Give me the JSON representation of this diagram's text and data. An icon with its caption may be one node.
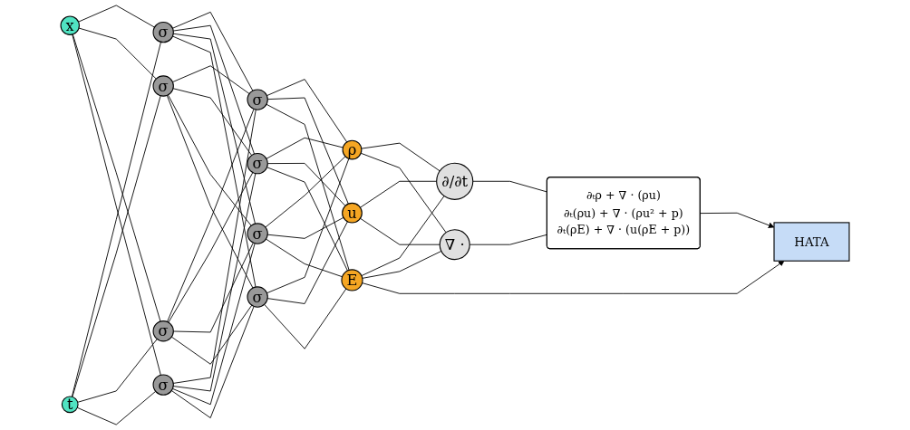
{
  "diagram": {
    "nodes": [
      {
        "text": [
          "x"
        ]
      },
      {
        "text": [
          "t"
        ]
      },
      {
        "text": [
          "σ"
        ]
      },
      {
        "text": [
          "σ"
        ]
      },
      {
        "text": [
          "σ"
        ]
      },
      {
        "text": [
          "σ"
        ]
      },
      {
        "text": [
          "σ"
        ]
      },
      {
        "text": [
          "σ"
        ]
      },
      {
        "text": [
          "σ"
        ]
      },
      {
        "text": [
          "σ"
        ]
      },
      {
        "text": [
          "ρ"
        ]
      },
      {
        "text": [
          "u"
        ]
      },
      {
        "text": [
          "E"
        ]
      },
      {
        "text": [
          "∂/∂t"
        ]
      },
      {
        "text": [
          "∇ ·"
        ]
      },
      {
        "text": [
          "∂ₜρ + ∇ · (ρu)",
          "∂ₜ(ρu) + ∇ · (ρu² + p)",
          "∂ₜ(ρE) + ∇ · (u(ρE + p))"
        ]
      },
      {
        "text": [
          "HATA"
        ]
      }
    ],
    "edges": [
      {
        "from": 0,
        "to": 2,
        "arrow": "none"
      },
      {
        "from": 0,
        "to": 3,
        "arrow": "none"
      },
      {
        "from": 0,
        "to": 4,
        "arrow": "none"
      },
      {
        "from": 0,
        "to": 5,
        "arrow": "none"
      },
      {
        "from": 1,
        "to": 2,
        "arrow": "none"
      },
      {
        "from": 1,
        "to": 3,
        "arrow": "none"
      },
      {
        "from": 1,
        "to": 4,
        "arrow": "none"
      },
      {
        "from": 1,
        "to": 5,
        "arrow": "none"
      },
      {
        "from": 2,
        "to": 6,
        "arrow": "none"
      },
      {
        "from": 2,
        "to": 7,
        "arrow": "none"
      },
      {
        "from": 2,
        "to": 8,
        "arrow": "none"
      },
      {
        "from": 2,
        "to": 9,
        "arrow": "none"
      },
      {
        "from": 3,
        "to": 6,
        "arrow": "none"
      },
      {
        "from": 3,
        "to": 7,
        "arrow": "none"
      },
      {
        "from": 3,
        "to": 8,
        "arrow": "none"
      },
      {
        "from": 3,
        "to": 9,
        "arrow": "none"
      },
      {
        "from": 4,
        "to": 6,
        "arrow": "none"
      },
      {
        "from": 4,
        "to": 7,
        "arrow": "none"
      },
      {
        "from": 4,
        "to": 8,
        "arrow": "none"
      },
      {
        "from": 4,
        "to": 9,
        "arrow": "none"
      },
      {
        "from": 5,
        "to": 6,
        "arrow": "none"
      },
      {
        "from": 5,
        "to": 7,
        "arrow": "none"
      },
      {
        "from": 5,
        "to": 8,
        "arrow": "none"
      },
      {
        "from": 5,
        "to": 9,
        "arrow": "none"
      },
      {
        "from": 6,
        "to": 10,
        "arrow": "none"
      },
      {
        "from": 6,
        "to": 11,
        "arrow": "none"
      },
      {
        "from": 6,
        "to": 12,
        "arrow": "none"
      },
      {
        "from": 7,
        "to": 10,
        "arrow": "none"
      },
      {
        "from": 7,
        "to": 11,
        "arrow": "none"
      },
      {
        "from": 7,
        "to": 12,
        "arrow": "none"
      },
      {
        "from": 8,
        "to": 10,
        "arrow": "none"
      },
      {
        "from": 8,
        "to": 11,
        "arrow": "none"
      },
      {
        "from": 8,
        "to": 12,
        "arrow": "none"
      },
      {
        "from": 9,
        "to": 10,
        "arrow": "none"
      },
      {
        "from": 9,
        "to": 11,
        "arrow": "none"
      },
      {
        "from": 9,
        "to": 12,
        "arrow": "none"
      },
      {
        "from": 10,
        "to": 13,
        "arrow": "none"
      },
      {
        "from": 10,
        "to": 14,
        "arrow": "none"
      },
      {
        "from": 11,
        "to": 13,
        "arrow": "none"
      },
      {
        "from": 11,
        "to": 14,
        "arrow": "none"
      },
      {
        "from": 12,
        "to": 13,
        "arrow": "none"
      },
      {
        "from": 12,
        "to": 14,
        "arrow": "none"
      },
      {
        "from": 13,
        "to": 15,
        "arrow": "none"
      },
      {
        "from": 14,
        "to": 15,
        "arrow": "none"
      },
      {
        "from": 12,
        "to": 16,
        "arrow": "to"
      },
      {
        "from": 15,
        "to": 16,
        "arrow": "to"
      }
    ]
  }
}
